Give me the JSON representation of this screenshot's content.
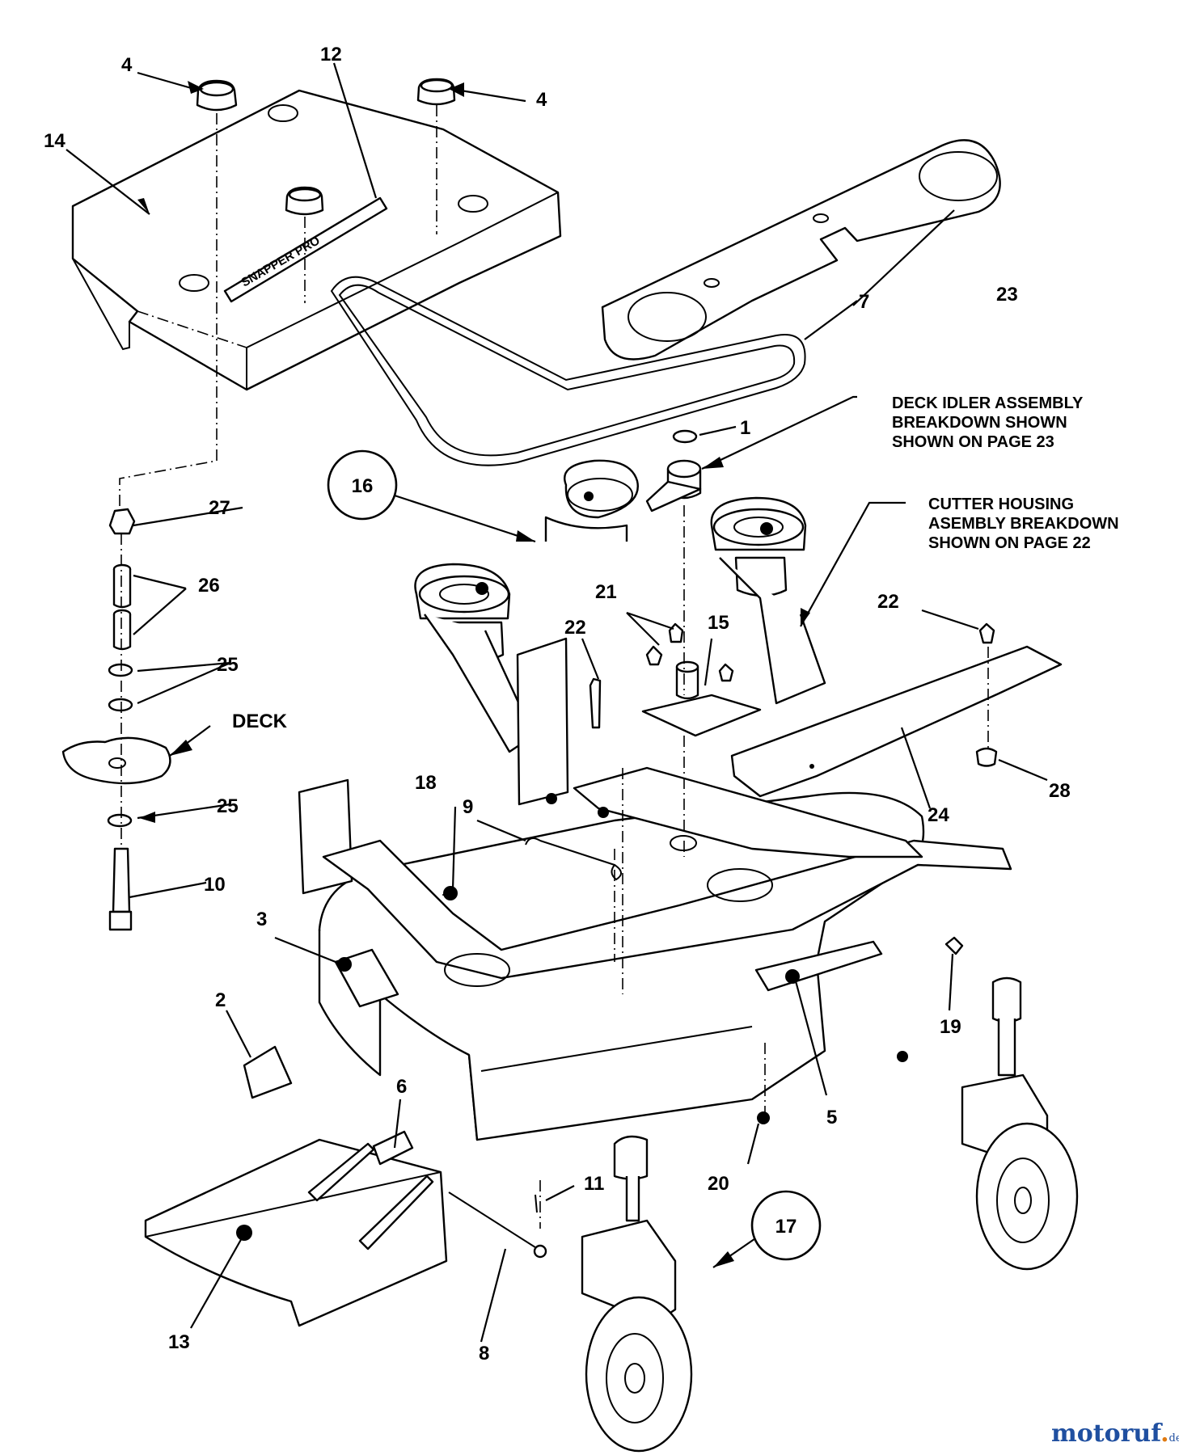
{
  "callouts": {
    "c1": "1",
    "c2": "2",
    "c3": "3",
    "c4a": "4",
    "c4b": "4",
    "c5": "5",
    "c6": "6",
    "c7": "7",
    "c8": "8",
    "c9": "9",
    "c10": "10",
    "c11": "11",
    "c12": "12",
    "c13": "13",
    "c14": "14",
    "c15": "15",
    "c16": "16",
    "c17": "17",
    "c18": "18",
    "c19": "19",
    "c20": "20",
    "c21": "21",
    "c22a": "22",
    "c22b": "22",
    "c23": "23",
    "c24": "24",
    "c25a": "25",
    "c25b": "25",
    "c26": "26",
    "c27": "27",
    "c28": "28",
    "deck": "DECK"
  },
  "notes": {
    "idler": [
      "DECK IDLER ASSEMBLY",
      "BREAKDOWN SHOWN",
      "SHOWN ON PAGE 23"
    ],
    "cutter": [
      "CUTTER HOUSING",
      "ASEMBLY BREAKDOWN",
      "SHOWN ON PAGE 22"
    ]
  },
  "decal_text": "SNAPPER PRO",
  "watermark": {
    "part1": "motoruf",
    "part2": ".",
    "part3": "de"
  },
  "colors": {
    "line": "#000000",
    "background": "#ffffff",
    "watermark_blue": "#1f4fa0",
    "watermark_orange": "#e07a10"
  }
}
